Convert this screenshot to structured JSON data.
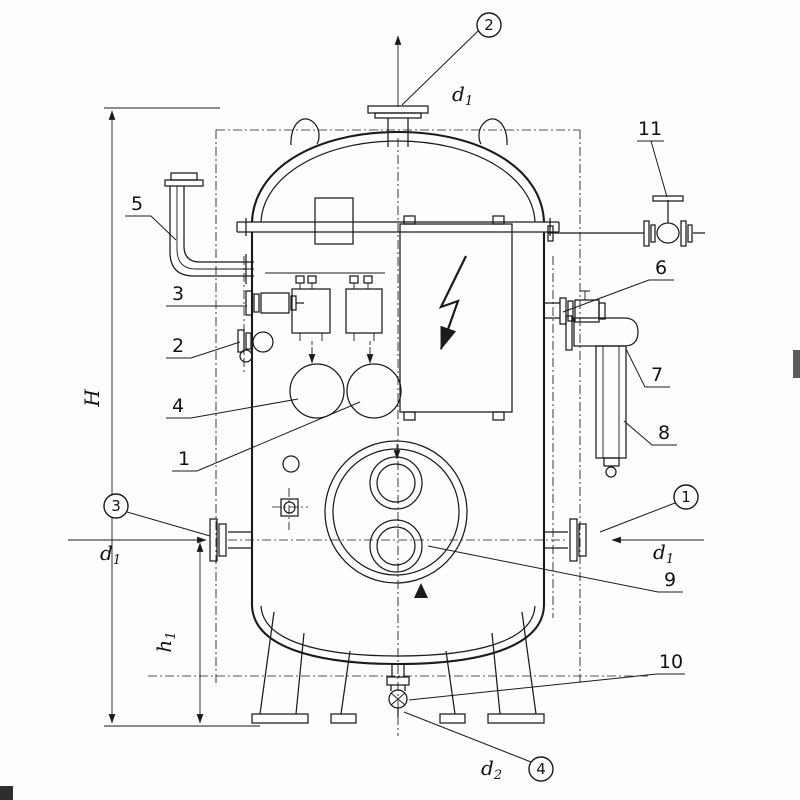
{
  "figure": {
    "title": "Vertical pressure vessel technical drawing",
    "background": "#fdfdfd",
    "line_color": "#1b1b1b"
  },
  "parts": {
    "p1": "1",
    "p2": "2",
    "p3": "3",
    "p4": "4",
    "p5": "5",
    "p6": "6",
    "p7": "7",
    "p8": "8",
    "p9": "9",
    "p10": "10",
    "p11": "11"
  },
  "balloons": {
    "b1": "1",
    "b2": "2",
    "b3": "3",
    "b4": "4"
  },
  "dimensions": {
    "H": "H",
    "h1": {
      "base": "h",
      "sub": "1"
    },
    "d1_top": {
      "base": "d",
      "sub": "1"
    },
    "d1_left": {
      "base": "d",
      "sub": "1"
    },
    "d1_right": {
      "base": "d",
      "sub": "1"
    },
    "d2": {
      "base": "d",
      "sub": "2"
    }
  }
}
